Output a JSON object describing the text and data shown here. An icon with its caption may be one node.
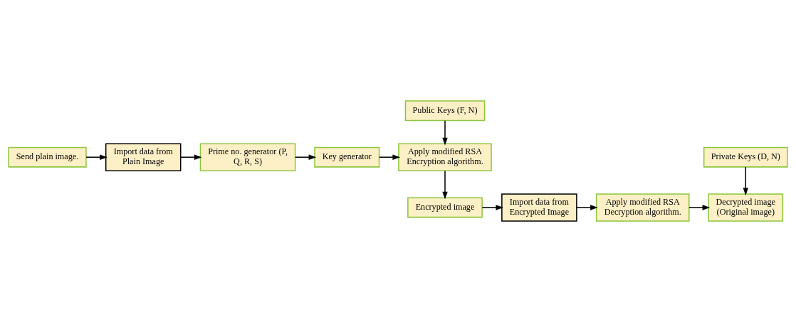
{
  "diagram": {
    "nodes": [
      {
        "text": [
          "Send plain image."
        ]
      },
      {
        "text": [
          "Import data from Plain Image"
        ]
      },
      {
        "text": [
          "Prime no. generator (P, Q, R, S)"
        ]
      },
      {
        "text": [
          "Key generator"
        ]
      },
      {
        "text": [
          "Apply modified RSA Encryption algorithm."
        ]
      },
      {
        "text": [
          "Public Keys (F, N)"
        ]
      },
      {
        "text": [
          "Encrypted image"
        ]
      },
      {
        "text": [
          "Import data from Encrypted Image"
        ]
      },
      {
        "text": [
          "Apply modified RSA Decryption algorithm."
        ]
      },
      {
        "text": [
          "Decrypted image (Original image)"
        ]
      },
      {
        "text": [
          "Private Keys (D, N)"
        ]
      }
    ],
    "edges": [
      {
        "from": 0,
        "to": 1,
        "arrow": "to"
      },
      {
        "from": 1,
        "to": 2,
        "arrow": "to"
      },
      {
        "from": 2,
        "to": 3,
        "arrow": "to"
      },
      {
        "from": 3,
        "to": 4,
        "arrow": "to"
      },
      {
        "from": 5,
        "to": 4,
        "arrow": "to"
      },
      {
        "from": 4,
        "to": 6,
        "arrow": "to"
      },
      {
        "from": 6,
        "to": 7,
        "arrow": "to"
      },
      {
        "from": 7,
        "to": 8,
        "arrow": "to"
      },
      {
        "from": 8,
        "to": 9,
        "arrow": "to"
      },
      {
        "from": 10,
        "to": 9,
        "arrow": "to"
      }
    ]
  }
}
